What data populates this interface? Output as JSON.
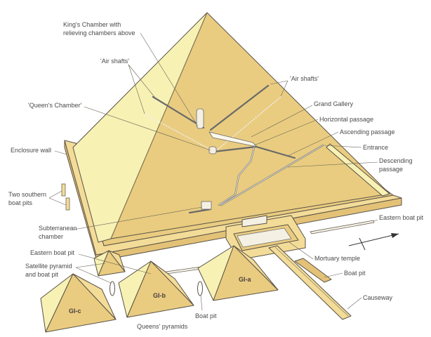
{
  "colors": {
    "light_face": "#f7f1b4",
    "dark_face": "#e9cc80",
    "wall_top": "#f3dc98",
    "wall_side": "#e3c277",
    "outline": "#5a5248",
    "label_text": "#4a4a4a"
  },
  "labels": {
    "kings_chamber_1": "King's Chamber with",
    "kings_chamber_2": "relieving chambers above",
    "air_shafts_left": "'Air shafts'",
    "queens_chamber": "'Queen's Chamber'",
    "enclosure_wall": "Enclosure wall",
    "air_shafts_right": "'Air shafts'",
    "grand_gallery": "Grand Gallery",
    "horizontal_passage": "Horizontal passage",
    "ascending_passage": "Ascending passage",
    "entrance": "Entrance",
    "descending_passage_1": "Descending",
    "descending_passage_2": "passage",
    "southern_boat_pits_1": "Two southern",
    "southern_boat_pits_2": "boat pits",
    "subterranean_1": "Subterranean",
    "subterranean_2": "chamber",
    "eastern_boat_pit_right": "Eastern boat pit",
    "eastern_boat_pit_left": "Eastern boat pit",
    "satellite_1": "Satellite pyramid",
    "satellite_2": "and boat pit",
    "mortuary_temple": "Mortuary temple",
    "boat_pit_right": "Boat pit",
    "causeway": "Causeway",
    "boat_pit_bottom": "Boat pit",
    "queens_pyramids": "Queens' pyramids",
    "gi_a": "GI-a",
    "gi_b": "GI-b",
    "gi_c": "GI-c"
  },
  "icons": {
    "north_arrow": "arrow-right-icon"
  }
}
